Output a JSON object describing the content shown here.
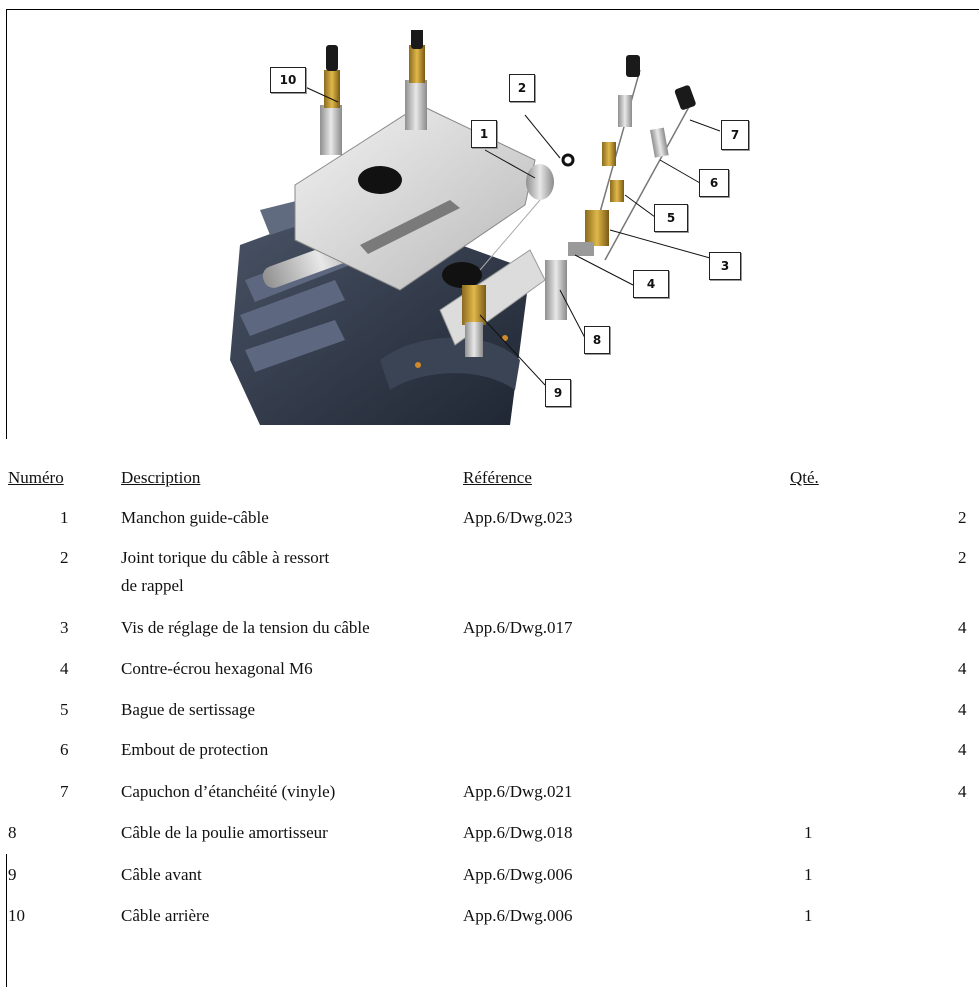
{
  "figure": {
    "callouts": [
      "10",
      "2",
      "1",
      "7",
      "6",
      "5",
      "3",
      "4",
      "8",
      "9"
    ]
  },
  "table": {
    "headers": {
      "number": "Numéro",
      "description": "Description",
      "reference": "Référence",
      "qty": "Qté."
    },
    "rows": [
      {
        "number": "1",
        "description": "Manchon guide-câble",
        "reference": "App.6/Dwg.023",
        "qty": "2"
      },
      {
        "number": "2",
        "description": "Joint torique du câble à ressort",
        "description2": "de rappel",
        "reference": "",
        "qty": "2"
      },
      {
        "number": "3",
        "description": "Vis de réglage de la tension du câble",
        "reference": "App.6/Dwg.017",
        "qty": "4"
      },
      {
        "number": "4",
        "description": "Contre-écrou hexagonal M6",
        "reference": "",
        "qty": "4"
      },
      {
        "number": "5",
        "description": "Bague de sertissage",
        "reference": "",
        "qty": "4"
      },
      {
        "number": "6",
        "description": "Embout de protection",
        "reference": "",
        "qty": "4"
      },
      {
        "number": "7",
        "description": "Capuchon d’étanchéité (vinyle)",
        "reference": "App.6/Dwg.021",
        "qty": "4"
      },
      {
        "number": "8",
        "description": "Câble de la poulie amortisseur",
        "reference": "App.6/Dwg.018",
        "qty": "1"
      },
      {
        "number": "9",
        "description": "Câble avant",
        "reference": "App.6/Dwg.006",
        "qty": "1"
      },
      {
        "number": "10",
        "description": "Câble arrière",
        "reference": "App.6/Dwg.006",
        "qty": "1"
      }
    ]
  }
}
